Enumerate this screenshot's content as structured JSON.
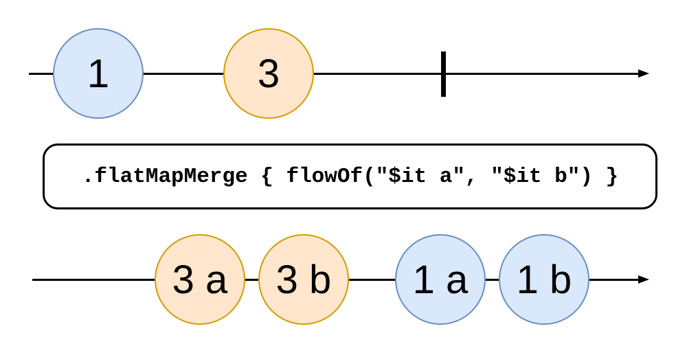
{
  "diagram": {
    "title_semantics": "flatMapMerge marble diagram",
    "source_flow": {
      "marbles": [
        {
          "label": "1",
          "color": "blue"
        },
        {
          "label": "3",
          "color": "orange"
        }
      ],
      "completion_marker": "|"
    },
    "operator": {
      "code": ".flatMapMerge { flowOf(\"$it a\", \"$it b\") }"
    },
    "result_flow": {
      "marbles": [
        {
          "label": "3 a",
          "color": "orange"
        },
        {
          "label": "3 b",
          "color": "orange"
        },
        {
          "label": "1 a",
          "color": "blue"
        },
        {
          "label": "1 b",
          "color": "blue"
        }
      ]
    }
  },
  "colors": {
    "blue_fill": "#DAE8FC",
    "blue_stroke": "#6C8EBF",
    "orange_fill": "#FFE6CC",
    "orange_stroke": "#D79B00",
    "line": "#000000"
  }
}
